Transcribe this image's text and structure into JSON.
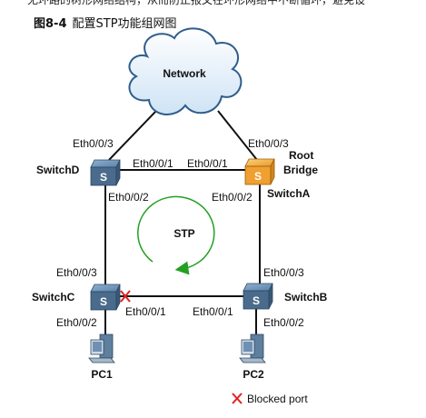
{
  "header": {
    "top_text": "无环路的树形网络结构，从而防止报文在环形网络中不断循环，避免设",
    "figure_number": "图8-4",
    "figure_caption": "配置STP功能组网图"
  },
  "diagram": {
    "cloud_label": "Network",
    "stp_label": "STP",
    "switches": {
      "d": "SwitchD",
      "a": "SwitchA",
      "c": "SwitchC",
      "b": "SwitchB"
    },
    "root_bridge_line1": "Root",
    "root_bridge_line2": "Bridge",
    "pcs": {
      "pc1": "PC1",
      "pc2": "PC2"
    },
    "ports": {
      "d_up": "Eth0/0/3",
      "a_up": "Eth0/0/3",
      "d_right": "Eth0/0/1",
      "a_left": "Eth0/0/1",
      "d_down": "Eth0/0/2",
      "a_down": "Eth0/0/2",
      "c_up": "Eth0/0/3",
      "b_up": "Eth0/0/3",
      "c_right": "Eth0/0/1",
      "b_left": "Eth0/0/1",
      "c_down": "Eth0/0/2",
      "b_down": "Eth0/0/2"
    },
    "legend_blocked": "Blocked port",
    "colors": {
      "switch": "#4a6b8c",
      "root_switch": "#f0a030",
      "blocked_marker": "#e02020",
      "stp_arrow": "#22a022"
    }
  }
}
